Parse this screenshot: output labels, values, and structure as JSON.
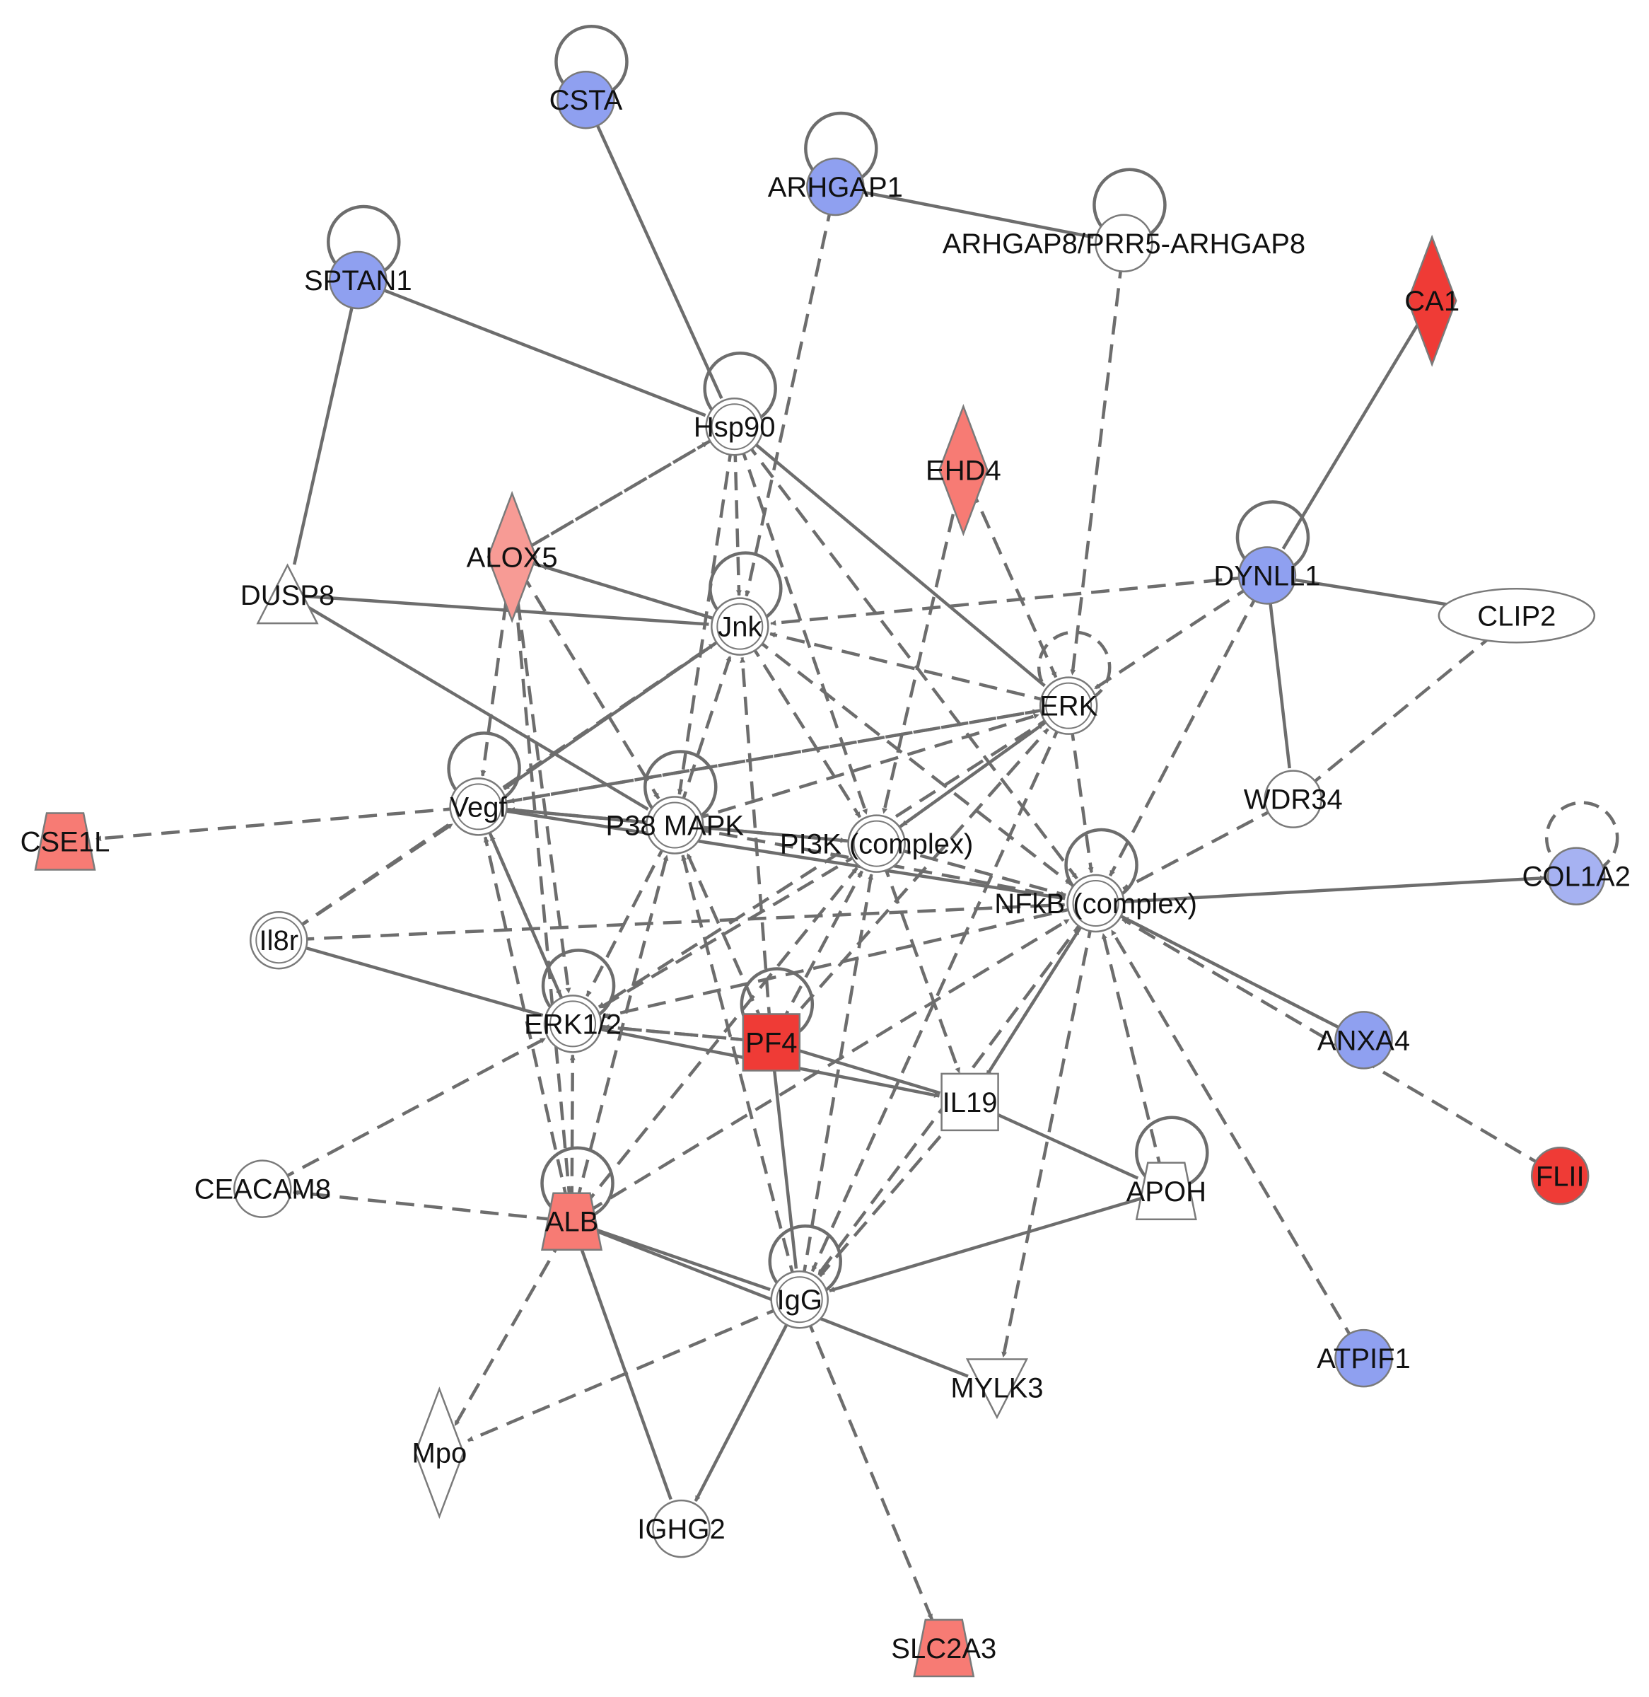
{
  "colors": {
    "up_strong": "#ef3b36",
    "up_medium": "#f77b74",
    "up_light": "#f79b95",
    "down": "#8fa0f0",
    "down_light": "#a6b2f2",
    "neutral": "#ffffff",
    "edge": "#6d6d6d"
  },
  "nodes": [
    {
      "id": "CSTA",
      "label": "CSTA",
      "shape": "circle",
      "fill": "down"
    },
    {
      "id": "ARHGAP1",
      "label": "ARHGAP1",
      "shape": "circle",
      "fill": "down"
    },
    {
      "id": "ARHGAP8",
      "label": "ARHGAP8/PRR5-ARHGAP8",
      "shape": "circle",
      "fill": "neutral"
    },
    {
      "id": "SPTAN1",
      "label": "SPTAN1",
      "shape": "circle",
      "fill": "down"
    },
    {
      "id": "CA1",
      "label": "CA1",
      "shape": "diamond",
      "fill": "up_strong"
    },
    {
      "id": "Hsp90",
      "label": "Hsp90",
      "shape": "complex",
      "fill": "neutral"
    },
    {
      "id": "EHD4",
      "label": "EHD4",
      "shape": "diamond",
      "fill": "up_medium"
    },
    {
      "id": "ALOX5",
      "label": "ALOX5",
      "shape": "diamond",
      "fill": "up_light"
    },
    {
      "id": "DUSP8",
      "label": "DUSP8",
      "shape": "triangle",
      "fill": "neutral"
    },
    {
      "id": "Jnk",
      "label": "Jnk",
      "shape": "complex",
      "fill": "neutral"
    },
    {
      "id": "DYNLL1",
      "label": "DYNLL1",
      "shape": "circle",
      "fill": "down"
    },
    {
      "id": "CLIP2",
      "label": "CLIP2",
      "shape": "ellipse",
      "fill": "neutral"
    },
    {
      "id": "ERK",
      "label": "ERK",
      "shape": "complex",
      "fill": "neutral"
    },
    {
      "id": "WDR34",
      "label": "WDR34",
      "shape": "circle",
      "fill": "neutral"
    },
    {
      "id": "Vegf",
      "label": "Vegf",
      "shape": "complex",
      "fill": "neutral"
    },
    {
      "id": "P38",
      "label": "P38 MAPK",
      "shape": "complex",
      "fill": "neutral"
    },
    {
      "id": "PI3K",
      "label": "PI3K (complex)",
      "shape": "complex",
      "fill": "neutral"
    },
    {
      "id": "CSE1L",
      "label": "CSE1L",
      "shape": "trapezoid",
      "fill": "up_medium"
    },
    {
      "id": "COL1A2",
      "label": "COL1A2",
      "shape": "circle",
      "fill": "down_light"
    },
    {
      "id": "NFkB",
      "label": "NFkB (complex)",
      "shape": "complex",
      "fill": "neutral"
    },
    {
      "id": "Il8r",
      "label": "Il8r",
      "shape": "complex",
      "fill": "neutral"
    },
    {
      "id": "ERK12",
      "label": "ERK1/2",
      "shape": "complex",
      "fill": "neutral"
    },
    {
      "id": "PF4",
      "label": "PF4",
      "shape": "square",
      "fill": "up_strong"
    },
    {
      "id": "ANXA4",
      "label": "ANXA4",
      "shape": "circle",
      "fill": "down"
    },
    {
      "id": "IL19",
      "label": "IL19",
      "shape": "square",
      "fill": "neutral"
    },
    {
      "id": "FLII",
      "label": "FLII",
      "shape": "circle",
      "fill": "up_strong"
    },
    {
      "id": "CEACAM8",
      "label": "CEACAM8",
      "shape": "circle",
      "fill": "neutral"
    },
    {
      "id": "ALB",
      "label": "ALB",
      "shape": "trapezoid",
      "fill": "up_medium"
    },
    {
      "id": "APOH",
      "label": "APOH",
      "shape": "trapezoid",
      "fill": "neutral"
    },
    {
      "id": "IgG",
      "label": "IgG",
      "shape": "complex",
      "fill": "neutral"
    },
    {
      "id": "ATPIF1",
      "label": "ATPIF1",
      "shape": "circle",
      "fill": "down"
    },
    {
      "id": "MYLK3",
      "label": "MYLK3",
      "shape": "inv-triangle",
      "fill": "neutral"
    },
    {
      "id": "Mpo",
      "label": "Mpo",
      "shape": "diamond",
      "fill": "neutral"
    },
    {
      "id": "IGHG2",
      "label": "IGHG2",
      "shape": "circle",
      "fill": "neutral"
    },
    {
      "id": "SLC2A3",
      "label": "SLC2A3",
      "shape": "trapezoid",
      "fill": "up_medium"
    }
  ],
  "self_loops": [
    {
      "node": "CSTA",
      "style": "solid"
    },
    {
      "node": "ARHGAP1",
      "style": "solid"
    },
    {
      "node": "ARHGAP8",
      "style": "solid"
    },
    {
      "node": "SPTAN1",
      "style": "solid"
    },
    {
      "node": "Hsp90",
      "style": "solid"
    },
    {
      "node": "Jnk",
      "style": "solid"
    },
    {
      "node": "DYNLL1",
      "style": "solid"
    },
    {
      "node": "ERK",
      "style": "dashed"
    },
    {
      "node": "Vegf",
      "style": "solid"
    },
    {
      "node": "P38",
      "style": "solid"
    },
    {
      "node": "COL1A2",
      "style": "dashed"
    },
    {
      "node": "NFkB",
      "style": "solid"
    },
    {
      "node": "ERK12",
      "style": "solid"
    },
    {
      "node": "PF4",
      "style": "solid"
    },
    {
      "node": "ALB",
      "style": "solid"
    },
    {
      "node": "APOH",
      "style": "solid"
    },
    {
      "node": "IgG",
      "style": "solid"
    }
  ],
  "edges": [
    {
      "from": "CSTA",
      "to": "Hsp90",
      "style": "solid",
      "arrow": false
    },
    {
      "from": "SPTAN1",
      "to": "Hsp90",
      "style": "solid",
      "arrow": false
    },
    {
      "from": "SPTAN1",
      "to": "DUSP8",
      "style": "solid",
      "arrow": false
    },
    {
      "from": "ARHGAP1",
      "to": "ARHGAP8",
      "style": "solid",
      "arrow": false
    },
    {
      "from": "ARHGAP1",
      "to": "Jnk",
      "style": "dashed",
      "arrow": true
    },
    {
      "from": "ARHGAP8",
      "to": "ERK",
      "style": "dashed",
      "arrow": true
    },
    {
      "from": "CA1",
      "to": "DYNLL1",
      "style": "solid",
      "arrow": false
    },
    {
      "from": "Hsp90",
      "to": "ERK",
      "style": "solid",
      "arrow": false
    },
    {
      "from": "Hsp90",
      "to": "PI3K",
      "style": "dashed",
      "arrow": true
    },
    {
      "from": "Hsp90",
      "to": "NFkB",
      "style": "dashed",
      "arrow": true
    },
    {
      "from": "Hsp90",
      "to": "Jnk",
      "style": "dashed",
      "arrow": true
    },
    {
      "from": "Hsp90",
      "to": "P38",
      "style": "dashed",
      "arrow": true
    },
    {
      "from": "Hsp90",
      "to": "ALOX5",
      "style": "dashed",
      "arrow": false
    },
    {
      "from": "EHD4",
      "to": "ERK",
      "style": "dashed",
      "arrow": true
    },
    {
      "from": "EHD4",
      "to": "PI3K",
      "style": "dashed",
      "arrow": true
    },
    {
      "from": "ALOX5",
      "to": "Hsp90",
      "style": "dashed",
      "arrow": true
    },
    {
      "from": "ALOX5",
      "to": "Jnk",
      "style": "dashed",
      "arrow": false
    },
    {
      "from": "ALOX5",
      "to": "Vegf",
      "style": "dashed",
      "arrow": true
    },
    {
      "from": "ALOX5",
      "to": "P38",
      "style": "dashed",
      "arrow": true
    },
    {
      "from": "ALOX5",
      "to": "ERK12",
      "style": "dashed",
      "arrow": true
    },
    {
      "from": "DUSP8",
      "to": "Jnk",
      "style": "solid",
      "arrow": false
    },
    {
      "from": "DUSP8",
      "to": "P38",
      "style": "solid",
      "arrow": false
    },
    {
      "from": "DYNLL1",
      "to": "Jnk",
      "style": "dashed",
      "arrow": true
    },
    {
      "from": "DYNLL1",
      "to": "ERK",
      "style": "dashed",
      "arrow": true
    },
    {
      "from": "DYNLL1",
      "to": "NFkB",
      "style": "dashed",
      "arrow": true
    },
    {
      "from": "DYNLL1",
      "to": "CLIP2",
      "style": "solid",
      "arrow": false
    },
    {
      "from": "DYNLL1",
      "to": "WDR34",
      "style": "solid",
      "arrow": false
    },
    {
      "from": "WDR34",
      "to": "CLIP2",
      "style": "dashed",
      "arrow": true
    },
    {
      "from": "WDR34",
      "to": "NFkB",
      "style": "dashed",
      "arrow": true
    },
    {
      "from": "ERK",
      "to": "Jnk",
      "style": "dashed",
      "arrow": true
    },
    {
      "from": "ERK",
      "to": "Vegf",
      "style": "dashed",
      "arrow": true
    },
    {
      "from": "ERK",
      "to": "PI3K",
      "style": "dashed",
      "arrow": true
    },
    {
      "from": "ERK",
      "to": "NFkB",
      "style": "dashed",
      "arrow": true
    },
    {
      "from": "ERK",
      "to": "ERK12",
      "style": "dashed",
      "arrow": true
    },
    {
      "from": "ERK",
      "to": "IgG",
      "style": "dashed",
      "arrow": true
    },
    {
      "from": "Jnk",
      "to": "Vegf",
      "style": "solid",
      "arrow": true
    },
    {
      "from": "Jnk",
      "to": "ALOX5",
      "style": "dashed",
      "arrow": true
    },
    {
      "from": "Jnk",
      "to": "PI3K",
      "style": "dashed",
      "arrow": true
    },
    {
      "from": "Jnk",
      "to": "NFkB",
      "style": "dashed",
      "arrow": true
    },
    {
      "from": "Vegf",
      "to": "CSE1L",
      "style": "dashed",
      "arrow": true
    },
    {
      "from": "Vegf",
      "to": "ERK",
      "style": "dashed",
      "arrow": true
    },
    {
      "from": "Vegf",
      "to": "PI3K",
      "style": "solid",
      "arrow": true
    },
    {
      "from": "Vegf",
      "to": "ERK12",
      "style": "dashed",
      "arrow": true
    },
    {
      "from": "Vegf",
      "to": "NFkB",
      "style": "solid",
      "arrow": false
    },
    {
      "from": "P38",
      "to": "Jnk",
      "style": "dashed",
      "arrow": true
    },
    {
      "from": "P38",
      "to": "ERK",
      "style": "dashed",
      "arrow": true
    },
    {
      "from": "P38",
      "to": "Vegf",
      "style": "dashed",
      "arrow": true
    },
    {
      "from": "P38",
      "to": "NFkB",
      "style": "dashed",
      "arrow": true
    },
    {
      "from": "P38",
      "to": "ERK12",
      "style": "dashed",
      "arrow": true
    },
    {
      "from": "PI3K",
      "to": "ERK",
      "style": "dashed",
      "arrow": true
    },
    {
      "from": "PI3K",
      "to": "NFkB",
      "style": "dashed",
      "arrow": true
    },
    {
      "from": "PI3K",
      "to": "IL19",
      "style": "dashed",
      "arrow": true
    },
    {
      "from": "PI3K",
      "to": "ERK12",
      "style": "dashed",
      "arrow": true
    },
    {
      "from": "PI3K",
      "to": "Vegf",
      "style": "dashed",
      "arrow": true
    },
    {
      "from": "NFkB",
      "to": "COL1A2",
      "style": "solid",
      "arrow": true
    },
    {
      "from": "NFkB",
      "to": "ANXA4",
      "style": "solid",
      "arrow": false
    },
    {
      "from": "NFkB",
      "to": "IL19",
      "style": "dashed",
      "arrow": true
    },
    {
      "from": "NFkB",
      "to": "MYLK3",
      "style": "dashed",
      "arrow": true
    },
    {
      "from": "NFkB",
      "to": "IgG",
      "style": "dashed",
      "arrow": true
    },
    {
      "from": "NFkB",
      "to": "ERK12",
      "style": "dashed",
      "arrow": true
    },
    {
      "from": "ANXA4",
      "to": "NFkB",
      "style": "dashed",
      "arrow": true
    },
    {
      "from": "FLII",
      "to": "NFkB",
      "style": "dashed",
      "arrow": true
    },
    {
      "from": "ATPIF1",
      "to": "NFkB",
      "style": "dashed",
      "arrow": true
    },
    {
      "from": "APOH",
      "to": "NFkB",
      "style": "dashed",
      "arrow": true
    },
    {
      "from": "IL19",
      "to": "NFkB",
      "style": "dashed",
      "arrow": true
    },
    {
      "from": "Il8r",
      "to": "Vegf",
      "style": "dashed",
      "arrow": true
    },
    {
      "from": "Il8r",
      "to": "Jnk",
      "style": "dashed",
      "arrow": true
    },
    {
      "from": "Il8r",
      "to": "ERK12",
      "style": "solid",
      "arrow": false
    },
    {
      "from": "Il8r",
      "to": "NFkB",
      "style": "dashed",
      "arrow": true
    },
    {
      "from": "ERK12",
      "to": "Vegf",
      "style": "dashed",
      "arrow": true
    },
    {
      "from": "ERK12",
      "to": "IL19",
      "style": "solid",
      "arrow": true
    },
    {
      "from": "ERK12",
      "to": "PF4",
      "style": "dashed",
      "arrow": false
    },
    {
      "from": "PF4",
      "to": "Jnk",
      "style": "dashed",
      "arrow": true
    },
    {
      "from": "PF4",
      "to": "PI3K",
      "style": "dashed",
      "arrow": true
    },
    {
      "from": "PF4",
      "to": "ERK",
      "style": "dashed",
      "arrow": true
    },
    {
      "from": "PF4",
      "to": "ERK12",
      "style": "dashed",
      "arrow": true
    },
    {
      "from": "PF4",
      "to": "P38",
      "style": "dashed",
      "arrow": true
    },
    {
      "from": "PF4",
      "to": "IL19",
      "style": "solid",
      "arrow": false
    },
    {
      "from": "PF4",
      "to": "IgG",
      "style": "solid",
      "arrow": false
    },
    {
      "from": "IL19",
      "to": "IgG",
      "style": "dashed",
      "arrow": true
    },
    {
      "from": "IL19",
      "to": "APOH",
      "style": "solid",
      "arrow": false
    },
    {
      "from": "APOH",
      "to": "IgG",
      "style": "solid",
      "arrow": true
    },
    {
      "from": "ALB",
      "to": "CEACAM8",
      "style": "dashed",
      "arrow": true
    },
    {
      "from": "ALB",
      "to": "ERK12",
      "style": "dashed",
      "arrow": true
    },
    {
      "from": "ALB",
      "to": "P38",
      "style": "dashed",
      "arrow": true
    },
    {
      "from": "ALB",
      "to": "Vegf",
      "style": "dashed",
      "arrow": true
    },
    {
      "from": "ALB",
      "to": "ALOX5",
      "style": "dashed",
      "arrow": true
    },
    {
      "from": "ALB",
      "to": "PI3K",
      "style": "dashed",
      "arrow": true
    },
    {
      "from": "ALB",
      "to": "NFkB",
      "style": "dashed",
      "arrow": true
    },
    {
      "from": "ALB",
      "to": "Mpo",
      "style": "dashed",
      "arrow": true
    },
    {
      "from": "ALB",
      "to": "IgG",
      "style": "solid",
      "arrow": false
    },
    {
      "from": "ALB",
      "to": "MYLK3",
      "style": "solid",
      "arrow": false
    },
    {
      "from": "ALB",
      "to": "IGHG2",
      "style": "solid",
      "arrow": false
    },
    {
      "from": "CEACAM8",
      "to": "ERK12",
      "style": "dashed",
      "arrow": true
    },
    {
      "from": "IgG",
      "to": "P38",
      "style": "dashed",
      "arrow": true
    },
    {
      "from": "IgG",
      "to": "Mpo",
      "style": "dashed",
      "arrow": true
    },
    {
      "from": "IgG",
      "to": "IGHG2",
      "style": "solid",
      "arrow": true
    },
    {
      "from": "IgG",
      "to": "SLC2A3",
      "style": "dashed",
      "arrow": true
    },
    {
      "from": "IgG",
      "to": "PI3K",
      "style": "dashed",
      "arrow": true
    }
  ]
}
